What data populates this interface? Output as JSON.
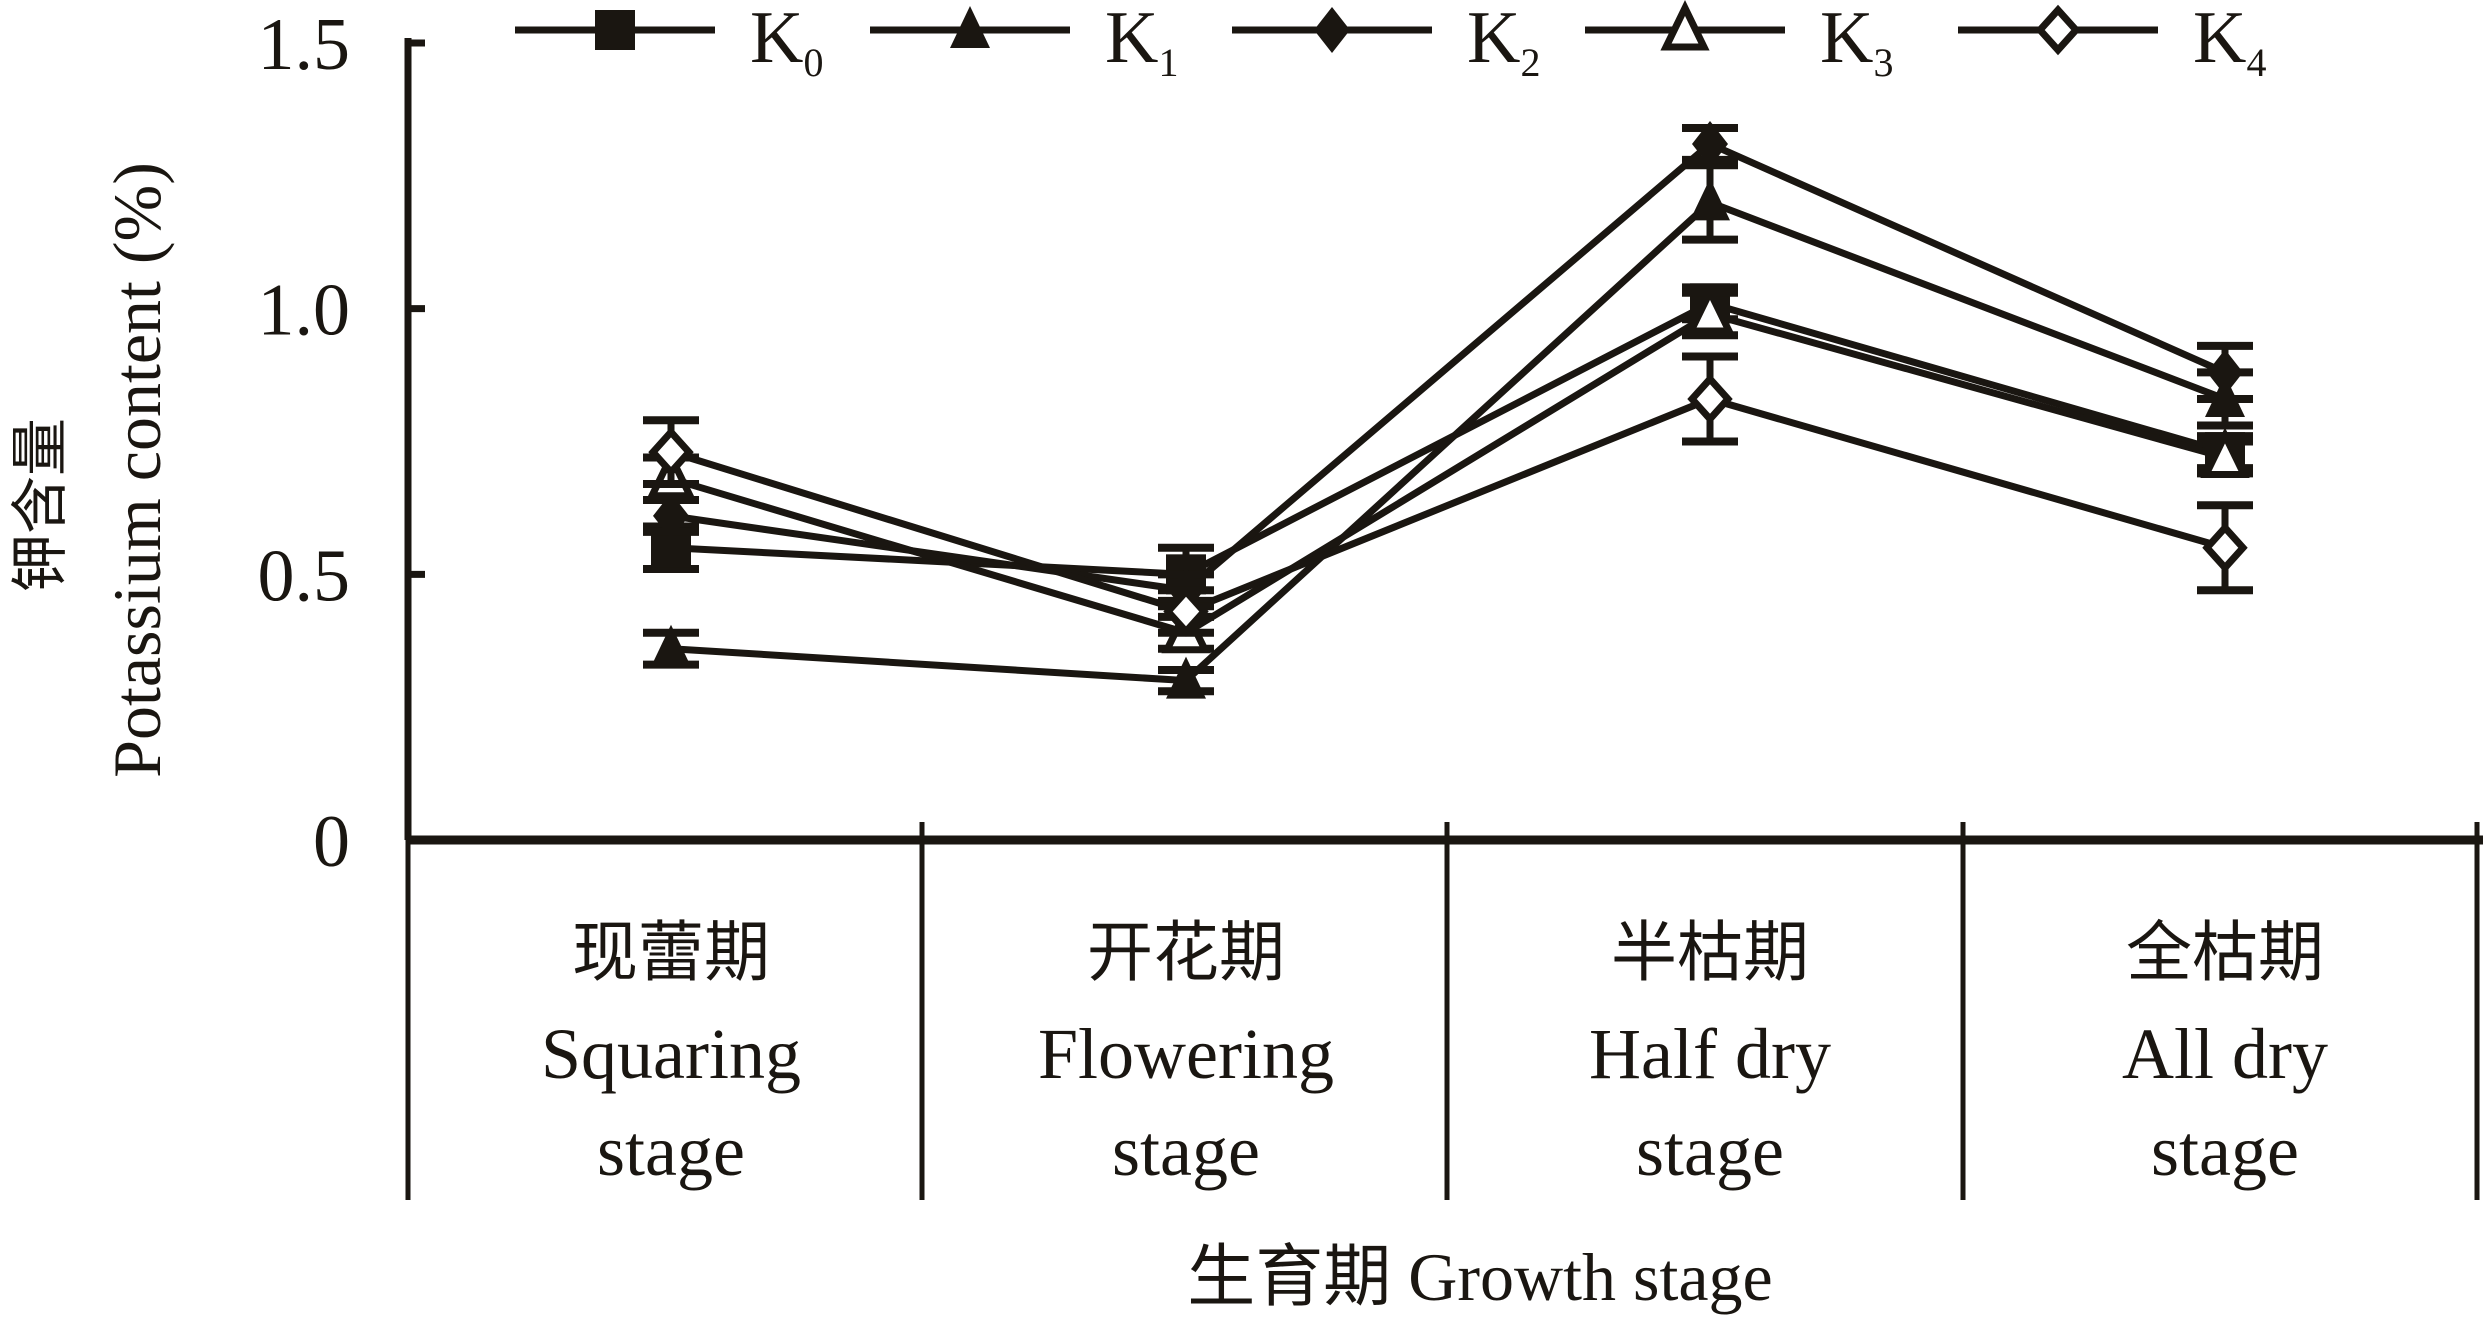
{
  "chart_data": {
    "type": "line",
    "title": "",
    "ylabel_cn": "钾含量",
    "ylabel_en": "Potassium content (%)",
    "xlabel": "生育期 Growth stage",
    "ylim": [
      0,
      1.5
    ],
    "yticks": [
      "0",
      "0.5",
      "1.0",
      "1.5"
    ],
    "ytick_values": [
      0,
      0.5,
      1.0,
      1.5
    ],
    "grid": false,
    "legend_position": "top",
    "categories": [
      {
        "cn": "现蕾期",
        "en1": "Squaring",
        "en2": "stage"
      },
      {
        "cn": "开花期",
        "en1": "Flowering",
        "en2": "stage"
      },
      {
        "cn": "半枯期",
        "en1": "Half dry",
        "en2": "stage"
      },
      {
        "cn": "全枯期",
        "en1": "All dry",
        "en2": "stage"
      }
    ],
    "series": [
      {
        "name": "K",
        "sub": "0",
        "marker": "square-filled",
        "values": [
          0.55,
          0.5,
          1.01,
          0.73
        ],
        "errors": [
          0.04,
          0.05,
          0.03,
          0.03
        ]
      },
      {
        "name": "K",
        "sub": "1",
        "marker": "triangle-filled",
        "values": [
          0.36,
          0.3,
          1.2,
          0.83
        ],
        "errors": [
          0.03,
          0.02,
          0.07,
          0.05
        ]
      },
      {
        "name": "K",
        "sub": "2",
        "marker": "diamond-filled",
        "values": [
          0.61,
          0.47,
          1.31,
          0.88
        ],
        "errors": [
          0.03,
          0.03,
          0.03,
          0.05
        ]
      },
      {
        "name": "K",
        "sub": "3",
        "marker": "triangle-open",
        "values": [
          0.68,
          0.39,
          0.99,
          0.72
        ],
        "errors": [
          0.04,
          0.03,
          0.04,
          0.03
        ]
      },
      {
        "name": "K",
        "sub": "4",
        "marker": "diamond-open",
        "values": [
          0.73,
          0.43,
          0.83,
          0.55
        ],
        "errors": [
          0.06,
          0.04,
          0.08,
          0.08
        ]
      }
    ],
    "colors": {
      "ink": "#1a1611"
    }
  }
}
